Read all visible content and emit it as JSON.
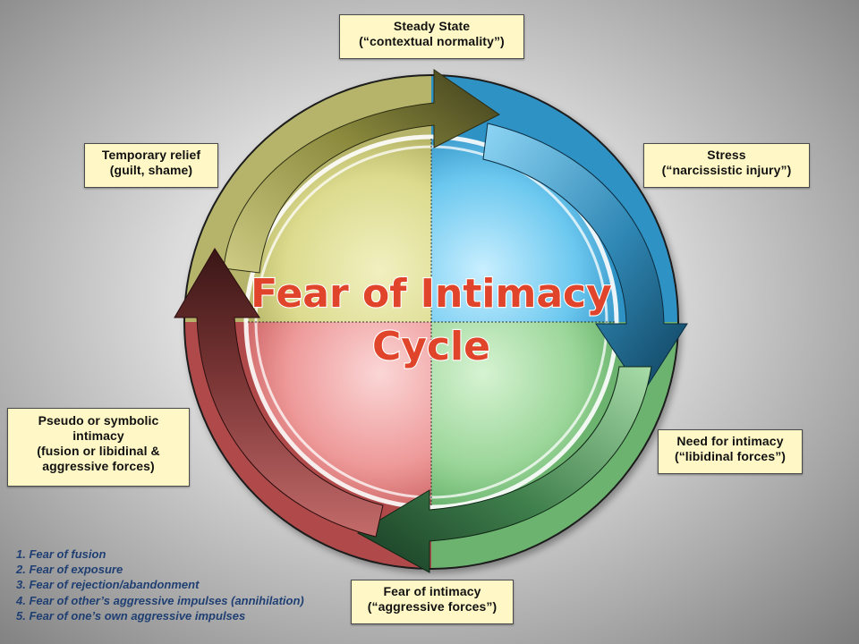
{
  "title": {
    "line1": "Fear of Intimacy",
    "line2": "Cycle"
  },
  "stages": {
    "steady_state": {
      "line1": "Steady State",
      "line2": "(“contextual normality”)"
    },
    "stress": {
      "line1": "Stress",
      "line2": "(“narcissistic injury”)"
    },
    "need_for_intimacy": {
      "line1": "Need for intimacy",
      "line2": "(“libidinal forces”)"
    },
    "fear_of_intimacy": {
      "line1": "Fear of intimacy",
      "line2": "(“aggressive forces”)"
    },
    "pseudo_intimacy": {
      "line1": "Pseudo or symbolic",
      "line2": "intimacy",
      "line3": "(fusion or libidinal &",
      "line4": "aggressive forces)"
    },
    "temporary_relief": {
      "line1": "Temporary relief",
      "line2": "(guilt, shame)"
    }
  },
  "fears": [
    "1. Fear of fusion",
    "2. Fear of exposure",
    "3. Fear of rejection/abandonment",
    "4. Fear of other’s aggressive impulses (annihilation)",
    "5. Fear of one’s own aggressive impulses"
  ],
  "colors": {
    "quadrant_top_left": "#e3e29a",
    "quadrant_top_right": "#7fd3f1",
    "quadrant_bottom_right": "#a5dba0",
    "quadrant_bottom_left": "#ef9c9c",
    "arrow_olive": "#6b6b2a",
    "arrow_blue": "#1f6f95",
    "arrow_green": "#2f6a3a",
    "arrow_maroon": "#6a2b2b",
    "title_fill": "#e0452b",
    "title_outline": "#ffffff",
    "box_fill": "#fff8c6",
    "list_text": "#1f3f73"
  }
}
